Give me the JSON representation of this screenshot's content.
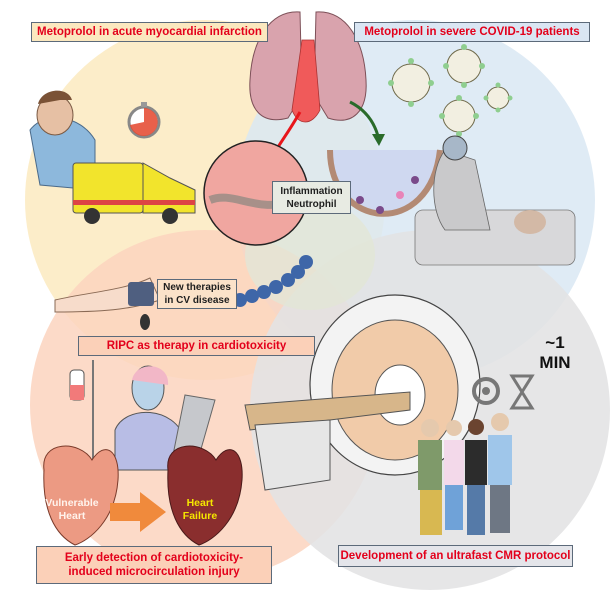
{
  "figure": {
    "quadrants": [
      {
        "id": "mi",
        "title": "Metoprolol in acute myocardial infarction",
        "color": "#fbe8bf"
      },
      {
        "id": "covid",
        "title": "Metoprolol in severe COVID-19 patients",
        "color": "#dae6f3"
      },
      {
        "id": "ripc",
        "title": "RIPC as therapy in cardiotoxicity",
        "color": "#fbd0b8"
      },
      {
        "id": "cmr",
        "title": "Development of an ultrafast CMR protocol",
        "color": "#e4e5ea"
      }
    ],
    "center_labels": {
      "inflammation": "Inflammation\nNeutrophil",
      "new_therapies": "New therapies\nin CV disease"
    },
    "early_detection": "Early detection of cardiotoxicity-induced microcirculation injury",
    "heart_labels": {
      "vulnerable": "Vulnerable\nHeart",
      "failure": "Heart\nFailure"
    },
    "timer_text": "~1\nMIN",
    "colors": {
      "title_text": "#e3001b",
      "arrow_red": "#e8161b",
      "arrow_green": "#2a6b2a",
      "arrow_orange": "#f08a3c"
    }
  }
}
